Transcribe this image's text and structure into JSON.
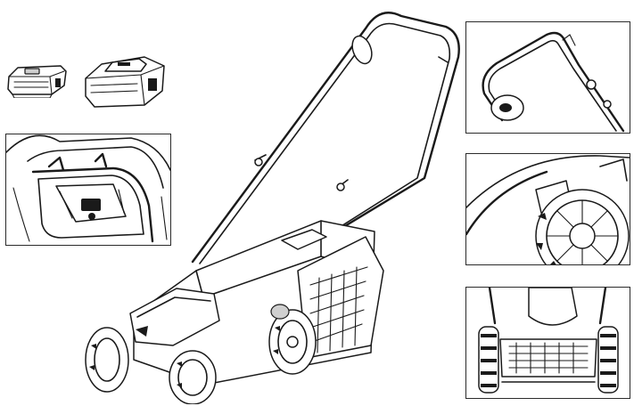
{
  "figure": {
    "components": [
      {
        "name": "battery-pack",
        "icon": "battery-icon"
      },
      {
        "name": "charger",
        "icon": "charger-icon"
      }
    ],
    "detail_views": [
      {
        "name": "battery-compartment-detail"
      },
      {
        "name": "handle-detail"
      },
      {
        "name": "rear-wheel-detail"
      },
      {
        "name": "mower-rear-view-detail"
      }
    ],
    "main_view": {
      "name": "lawn-mower-overview"
    },
    "colors": {
      "line": "#1a1a1a",
      "background": "#ffffff"
    }
  }
}
